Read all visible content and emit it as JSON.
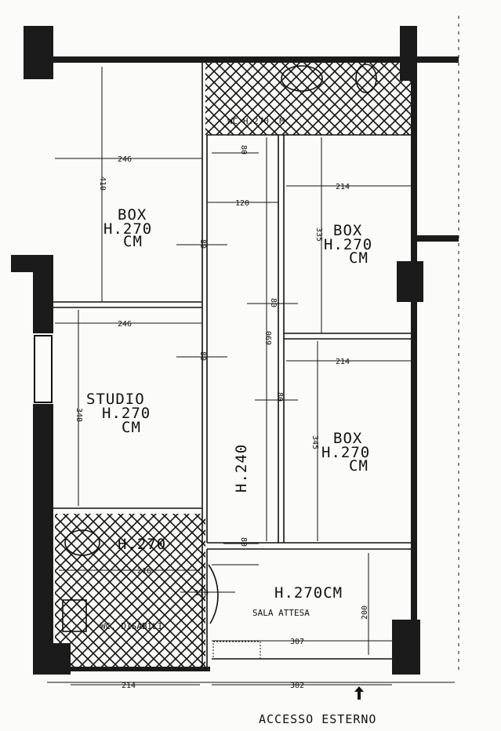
{
  "rooms": {
    "box1": {
      "name": "BOX",
      "height": "H.270",
      "unit": "CM"
    },
    "box2": {
      "name": "BOX",
      "height": "H.270",
      "unit": "CM"
    },
    "box3": {
      "name": "BOX",
      "height": "H.270",
      "unit": "CM"
    },
    "studio": {
      "name": "STUDIO",
      "height": "H.270",
      "unit": "CM"
    },
    "corridor": {
      "height": "H.240"
    },
    "wc_top": {
      "label": "WC H.270 CM"
    },
    "wc_disabili": {
      "name": "WC. DISABILI",
      "height": "H.270"
    },
    "sala": {
      "height": "H.270CM",
      "name": "SALA ATTESA"
    }
  },
  "dimensions": {
    "box1_w": "246",
    "box1_h": "410",
    "corridor_w": "120",
    "box2_w": "214",
    "box2_h": "335",
    "studio_w": "246",
    "corridor_h": "690",
    "box3_w": "214",
    "box3_h": "345",
    "studio_h": "340",
    "wc_w": "216",
    "door_wc": "110",
    "sala_w": "307",
    "sala_h": "200",
    "bottom_left": "214",
    "bottom_right": "302",
    "door1": "80",
    "door2": "80",
    "door3": "80",
    "door4": "80",
    "door5": "80",
    "door6": "80"
  },
  "entrance": {
    "label": "ACCESSO ESTERNO",
    "icon": "arrow-up-icon"
  },
  "colors": {
    "walls": "#1b1b1b",
    "paper": "#fbfbf9"
  }
}
